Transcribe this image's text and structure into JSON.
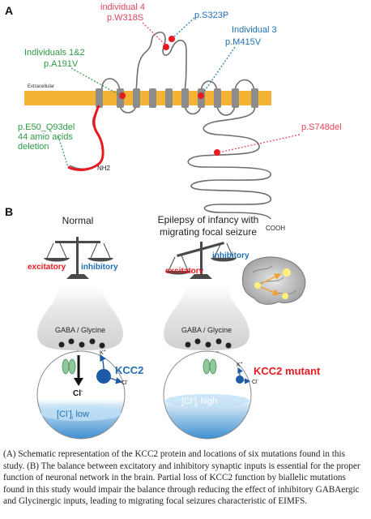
{
  "panels": {
    "a": "A",
    "b": "B"
  },
  "panel_a": {
    "membrane_label": "Extracellular",
    "mutations": [
      {
        "lines": [
          "individual 4",
          "p.W318S"
        ],
        "color": "#e0445a"
      },
      {
        "lines": [
          "p.S323P"
        ],
        "color": "#1f6fb5"
      },
      {
        "lines": [
          "Individual 3",
          "p.M415V"
        ],
        "color": "#1f6fb5"
      },
      {
        "lines": [
          "Individuals 1&2",
          "p.A191V"
        ],
        "color": "#2e9a44"
      },
      {
        "lines": [
          "p.E50_Q93del",
          "44 amio acids",
          "deletion"
        ],
        "color": "#2e9a44"
      },
      {
        "lines": [
          "p.S748del"
        ],
        "color": "#e0445a"
      }
    ],
    "nh2": "NH2",
    "cooh": "COOH"
  },
  "panel_b": {
    "normal": {
      "title": "Normal",
      "excitatory": "excitatory",
      "inhibitory": "inhibitory",
      "gaba": "GABA / Glycine",
      "kcc2": "KCC2",
      "k_ion": "K",
      "k_charge": "+",
      "cl_ion": "Cl",
      "cl_charge": "-",
      "cl_in": "Cl",
      "cl_in_charge": "-",
      "conc_open": "[Cl",
      "conc_sub": "-",
      "conc_close": "]",
      "conc_sub2": "i",
      "conc_level": "low"
    },
    "epilepsy": {
      "title_lines": [
        "Epilepsy of infancy with",
        "migrating focal seizure"
      ],
      "excitatory": "excitatory",
      "inhibitory": "inhibitory",
      "gaba": "GABA / Glycine",
      "kcc2": "KCC2 mutant",
      "k_ion": "K",
      "k_charge": "+",
      "cl_ion": "Cl",
      "cl_charge": "-",
      "conc_open": "[Cl",
      "conc_sub": "-",
      "conc_close": "]",
      "conc_sub2": "i",
      "conc_level": "high"
    }
  },
  "caption": "(A) Schematic representation of the KCC2 protein and locations of six mutations found in this study. (B) The balance between excitatory and inhibitory synaptic inputs is essential for the proper function of neuronal network in the brain. Partial loss of KCC2 function by biallelic mutations found in this study would impair the balance through reducing the effect of inhibitory GABAergic and Glycinergic inputs, leading to migrating focal seizures characteristic of EIMFS.",
  "colors": {
    "membrane": "#f5b335",
    "helix": "#8c8c8c",
    "mutation": "#e8191f",
    "blue": "#1f6fb5",
    "red": "#e8191f",
    "green": "#2e9a44",
    "pink": "#e0445a",
    "vesicle": "#222222",
    "channel": "#8fc79a",
    "kcc2_body": "#1e5aa8",
    "cell_fill_top": "#ffffff",
    "cell_fill_bottom": "#5fa8dc"
  }
}
